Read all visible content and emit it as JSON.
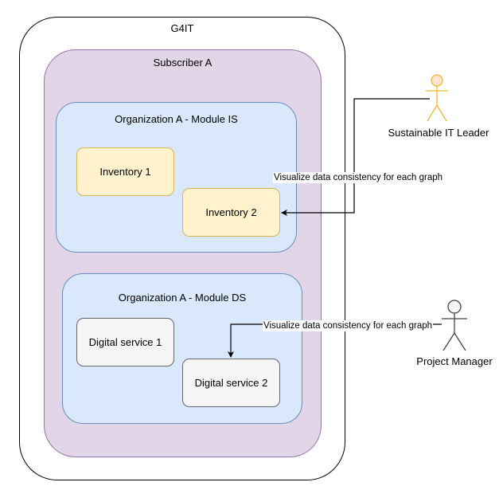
{
  "diagram": {
    "g4it": {
      "title": "G4IT"
    },
    "subscriber": {
      "title": "Subscriber A"
    },
    "module_is": {
      "title": "Organization A - Module IS",
      "items": [
        "Inventory 1",
        "Inventory 2"
      ]
    },
    "module_ds": {
      "title": "Organization A - Module DS",
      "items": [
        "Digital service 1",
        "Digital service 2"
      ]
    },
    "actors": {
      "leader": {
        "label": "Sustainable IT Leader",
        "color": "#f2b731"
      },
      "manager": {
        "label": "Project Manager",
        "color": "#444444"
      }
    },
    "edges": {
      "leader_to_inventory": "Visualize data consistency for each graph",
      "manager_to_service": "Visualize data consistency for each graph"
    }
  },
  "colors": {
    "g4it_fill": "#ffffff",
    "subscriber_fill": "#e1d5e7",
    "subscriber_stroke": "#9673a6",
    "module_fill": "#dae8fc",
    "module_stroke": "#6c8ebf",
    "inventory_fill": "#fff2cc",
    "inventory_stroke": "#d6b656",
    "service_fill": "#f5f5f5",
    "service_stroke": "#666666"
  }
}
